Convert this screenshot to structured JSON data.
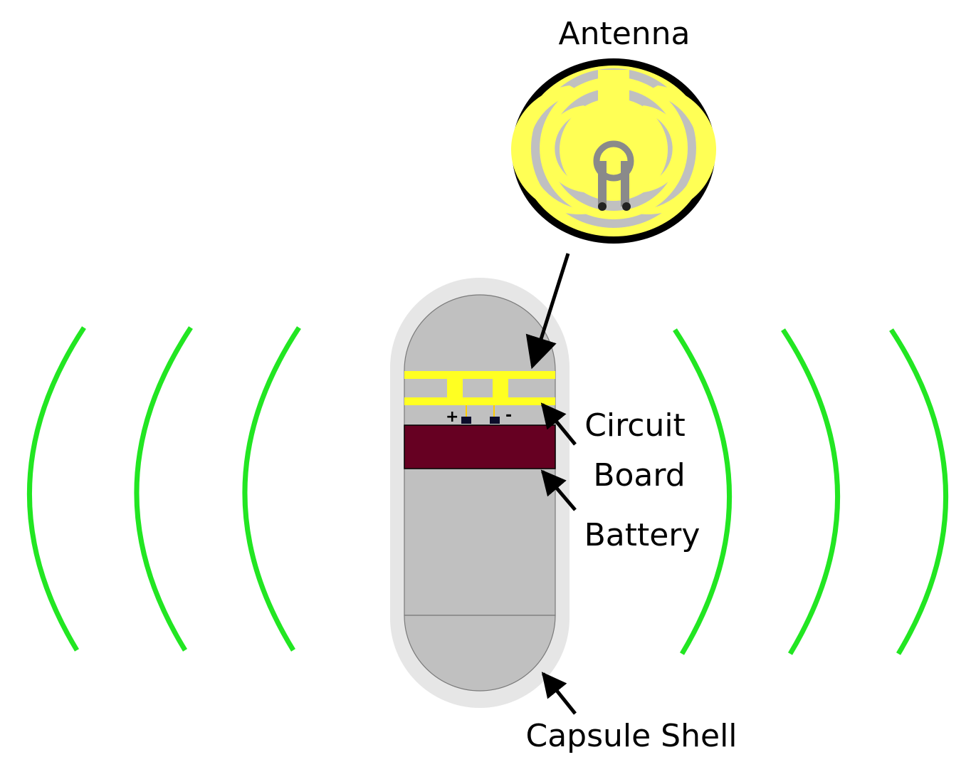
{
  "labels": {
    "antenna": "Antenna",
    "circuit_board_line1": "Circuit",
    "circuit_board_line2": "Board",
    "battery": "Battery",
    "capsule_shell": "Capsule Shell",
    "positive_terminal": "+",
    "negative_terminal": "-"
  },
  "colors": {
    "signal_waves": "#22e622",
    "antenna_copper": "#ffff55",
    "antenna_substrate": "#c0c0c0",
    "circuit_board": "#ffff22",
    "battery": "#660022",
    "capsule_interior": "#c0c0c0",
    "capsule_shell": "#e6e6e6",
    "outline": "#000000"
  },
  "icons": {
    "signal_waves": "radio-wave-arcs",
    "pointers": "arrow"
  }
}
